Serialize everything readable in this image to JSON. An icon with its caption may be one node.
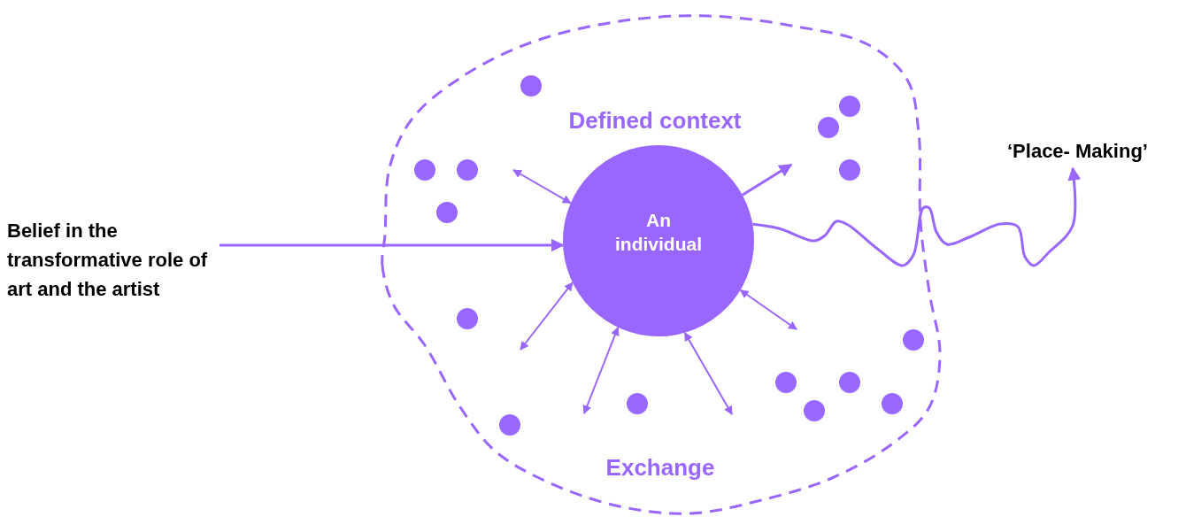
{
  "diagram": {
    "nodes": [
      {
        "text": [
          "Defined context",
          "Exchange"
        ]
      },
      {
        "text": [
          "An individual"
        ],
        "in": 0
      },
      {
        "text": [
          "Belief in the transformative role of art and the artist"
        ]
      },
      {
        "text": [
          "‘Place- Making’"
        ]
      },
      {
        "text": [],
        "shape": "circle",
        "in": 0
      },
      {
        "text": [],
        "shape": "circle",
        "in": 0
      },
      {
        "text": [],
        "shape": "circle",
        "in": 0
      },
      {
        "text": [],
        "shape": "circle",
        "in": 0
      },
      {
        "text": [],
        "shape": "circle",
        "in": 0
      },
      {
        "text": [],
        "shape": "circle",
        "in": 0
      },
      {
        "text": [],
        "shape": "circle",
        "in": 0
      },
      {
        "text": [],
        "shape": "circle",
        "in": 0
      },
      {
        "text": [],
        "shape": "circle",
        "in": 0
      },
      {
        "text": [],
        "shape": "circle",
        "in": 0
      },
      {
        "text": [],
        "shape": "circle",
        "in": 0
      },
      {
        "text": [],
        "shape": "circle",
        "in": 0
      },
      {
        "text": [],
        "shape": "circle",
        "in": 0
      },
      {
        "text": [],
        "shape": "circle",
        "in": 0
      },
      {
        "text": [],
        "shape": "circle",
        "in": 0
      }
    ],
    "edges": [
      {
        "from": 2,
        "to": 1,
        "arrow": "to"
      },
      {
        "from": 1,
        "to": null,
        "arrow": "both"
      },
      {
        "from": 1,
        "to": null,
        "arrow": "to"
      },
      {
        "from": 1,
        "to": 3,
        "arrow": "to"
      },
      {
        "from": 1,
        "to": null,
        "arrow": "both"
      },
      {
        "from": 1,
        "to": null,
        "arrow": "both"
      },
      {
        "from": 1,
        "to": null,
        "arrow": "both"
      },
      {
        "from": 1,
        "to": null,
        "arrow": "both"
      }
    ]
  }
}
